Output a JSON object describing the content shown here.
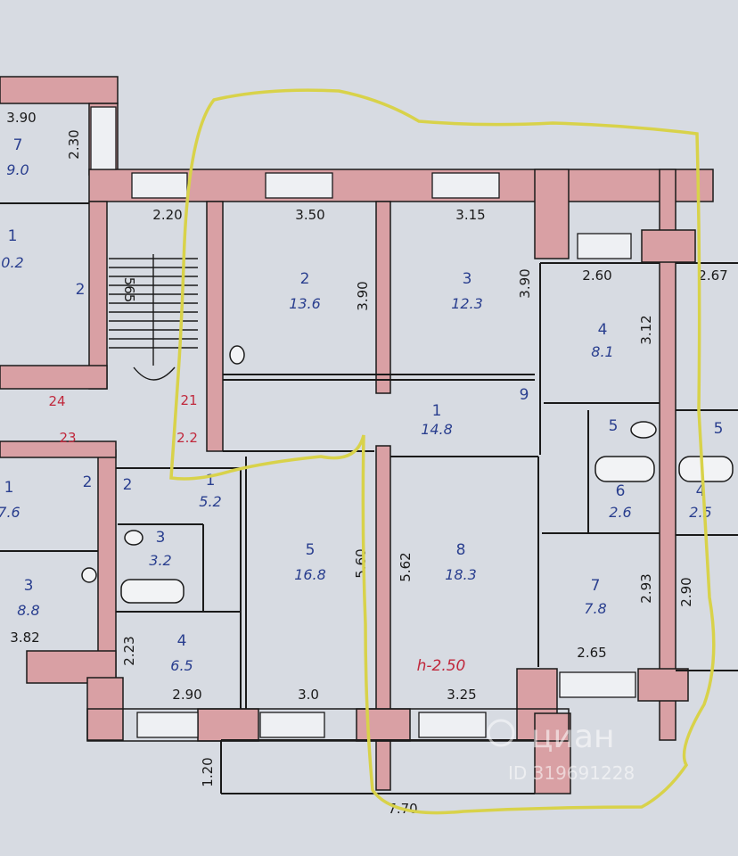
{
  "watermark": {
    "brand": "циан",
    "id": "ID 319691228"
  },
  "ceiling": "h-2.50",
  "rooms": [
    {
      "key": "r2",
      "number": "2",
      "area": "13.6"
    },
    {
      "key": "r3",
      "number": "3",
      "area": "12.3"
    },
    {
      "key": "r4",
      "number": "4",
      "area": "8.1"
    },
    {
      "key": "r1",
      "number": "1",
      "area": "14.8"
    },
    {
      "key": "r5b",
      "number": "5",
      "area": ""
    },
    {
      "key": "r6",
      "number": "6",
      "area": "2.6"
    },
    {
      "key": "r5",
      "number": "5",
      "area": "16.8"
    },
    {
      "key": "r8",
      "number": "8",
      "area": "18.3"
    },
    {
      "key": "r7",
      "number": "7",
      "area": "7.8"
    },
    {
      "key": "l7",
      "number": "7",
      "area": "9.0"
    },
    {
      "key": "l1",
      "number": "1",
      "area": "0.2"
    },
    {
      "key": "l1b",
      "number": "1",
      "area": "7.6"
    },
    {
      "key": "l3",
      "number": "3",
      "area": "8.8"
    },
    {
      "key": "m1",
      "number": "1",
      "area": "5.2"
    },
    {
      "key": "m3",
      "number": "3",
      "area": "3.2"
    },
    {
      "key": "m4",
      "number": "4",
      "area": "6.5"
    },
    {
      "key": "m2",
      "number": "2",
      "area": ""
    },
    {
      "key": "l2",
      "number": "2",
      "area": ""
    },
    {
      "key": "l2b",
      "number": "2",
      "area": ""
    },
    {
      "key": "rr4",
      "number": "4",
      "area": "2.5"
    },
    {
      "key": "rr5",
      "number": "5",
      "area": ""
    },
    {
      "key": "r9",
      "number": "9",
      "area": ""
    }
  ],
  "dimensions": [
    {
      "key": "d350",
      "text": "3.50"
    },
    {
      "key": "d315",
      "text": "3.15"
    },
    {
      "key": "d390a",
      "text": "3.90"
    },
    {
      "key": "d390b",
      "text": "3.90"
    },
    {
      "key": "d220",
      "text": "2.20"
    },
    {
      "key": "d260",
      "text": "2.60"
    },
    {
      "key": "d267",
      "text": "2.67"
    },
    {
      "key": "d312",
      "text": "3.12"
    },
    {
      "key": "d560",
      "text": "5.60"
    },
    {
      "key": "d562",
      "text": "5.62"
    },
    {
      "key": "d293",
      "text": "2.93"
    },
    {
      "key": "d290r",
      "text": "2.90"
    },
    {
      "key": "d265",
      "text": "2.65"
    },
    {
      "key": "d30",
      "text": "3.0"
    },
    {
      "key": "d325",
      "text": "3.25"
    },
    {
      "key": "d290",
      "text": "2.90"
    },
    {
      "key": "d223",
      "text": "2.23"
    },
    {
      "key": "d382",
      "text": "3.82"
    },
    {
      "key": "d390l",
      "text": "3.90"
    },
    {
      "key": "d230",
      "text": "2.30"
    },
    {
      "key": "d120",
      "text": "1.20"
    },
    {
      "key": "d770",
      "text": "7.70"
    },
    {
      "key": "d565",
      "text": "565"
    }
  ],
  "marks": [
    {
      "key": "m24",
      "text": "24"
    },
    {
      "key": "m23",
      "text": "23"
    },
    {
      "key": "m21",
      "text": "21"
    },
    {
      "key": "m22",
      "text": "2.2"
    }
  ],
  "colors": {
    "wall": "#d9a0a4",
    "outline": "#d8d24a",
    "background": "#d7dbe2",
    "roomText": "#2a3f8f",
    "redText": "#c0283c"
  }
}
